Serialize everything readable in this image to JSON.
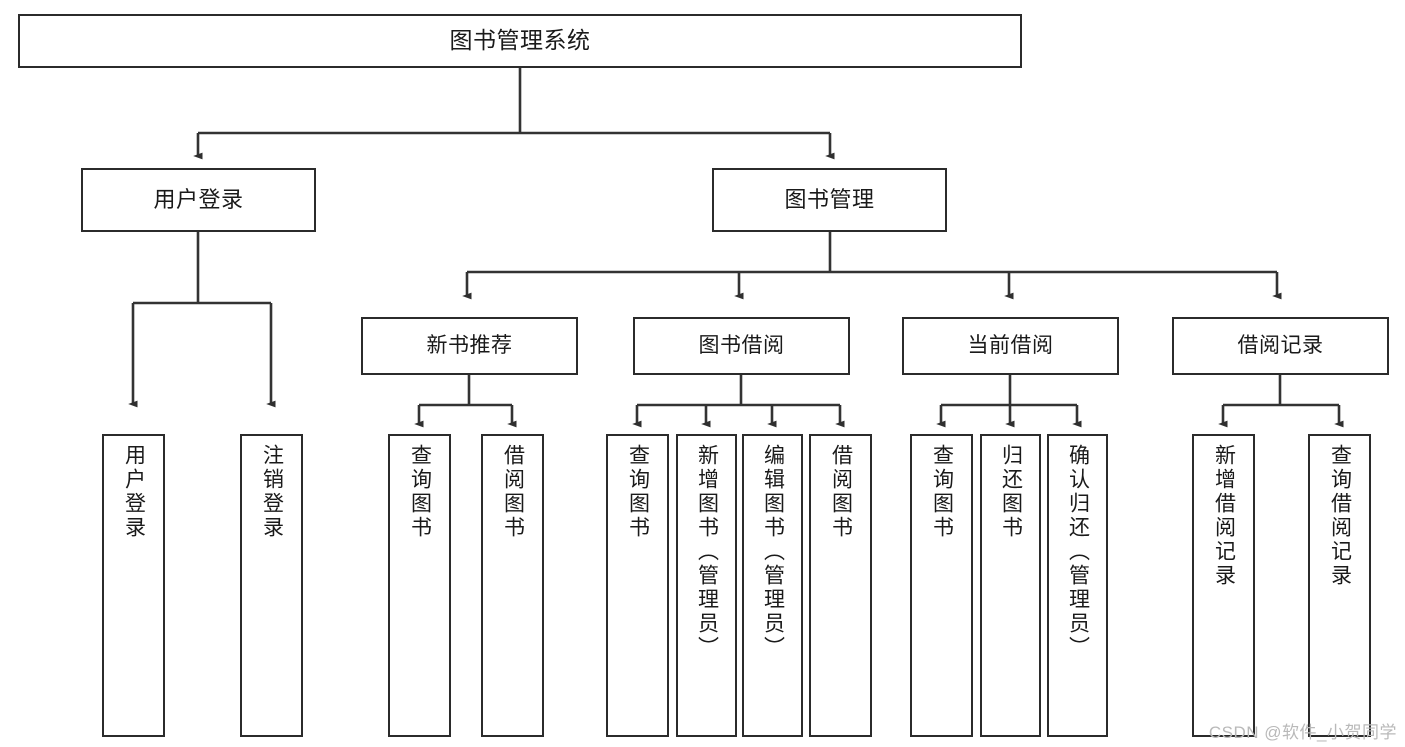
{
  "diagram": {
    "type": "tree-hierarchy-chart",
    "title": "图书管理系统",
    "watermark": "CSDN @软件_小贺同学",
    "colors": {
      "box_border": "#2b2b2b",
      "box_fill": "#ffffff",
      "edge": "#333333",
      "text": "#1a1a1a",
      "watermark": "#b9b9b9",
      "background": "#ffffff"
    },
    "root": {
      "label": "图书管理系统"
    },
    "level1": [
      {
        "label": "用户登录"
      },
      {
        "label": "图书管理"
      }
    ],
    "level2": [
      {
        "label": "新书推荐"
      },
      {
        "label": "图书借阅"
      },
      {
        "label": "当前借阅"
      },
      {
        "label": "借阅记录"
      }
    ],
    "leaves": {
      "user_login": [
        {
          "label": "用户登录"
        },
        {
          "label": "注销登录"
        }
      ],
      "new_book_recommend": [
        {
          "label": "查询图书"
        },
        {
          "label": "借阅图书"
        }
      ],
      "book_borrow": [
        {
          "label": "查询图书"
        },
        {
          "label": "新增图书（管理员）"
        },
        {
          "label": "编辑图书（管理员）"
        },
        {
          "label": "借阅图书"
        }
      ],
      "current_borrow": [
        {
          "label": "查询图书"
        },
        {
          "label": "归还图书"
        },
        {
          "label": "确认归还（管理员）"
        }
      ],
      "borrow_record": [
        {
          "label": "新增借阅记录"
        },
        {
          "label": "查询借阅记录"
        }
      ]
    }
  }
}
